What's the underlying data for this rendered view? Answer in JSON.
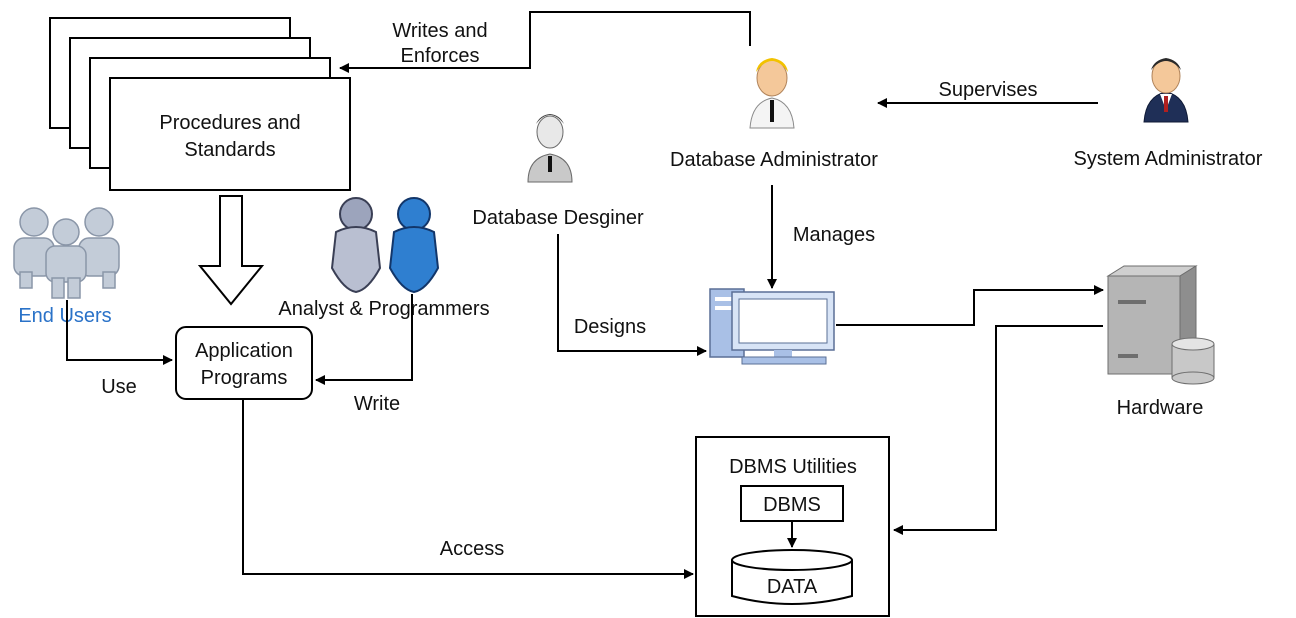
{
  "nodes": {
    "procedures": {
      "line1": "Procedures and",
      "line2": "Standards"
    },
    "app_programs": {
      "line1": "Application",
      "line2": "Programs"
    },
    "end_users": {
      "label": "End Users"
    },
    "analysts": {
      "label": "Analyst & Programmers"
    },
    "db_designer": {
      "label": "Database Desginer"
    },
    "db_admin": {
      "label": "Database Administrator"
    },
    "sys_admin": {
      "label": "System Administrator"
    },
    "hardware": {
      "label": "Hardware"
    },
    "dbms_utilities": {
      "label": "DBMS Utilities"
    },
    "dbms": {
      "label": "DBMS"
    },
    "data": {
      "label": "DATA"
    }
  },
  "edges": {
    "writes_enforces": {
      "line1": "Writes and",
      "line2": "Enforces"
    },
    "supervises": {
      "label": "Supervises"
    },
    "manages": {
      "label": "Manages"
    },
    "designs": {
      "label": "Designs"
    },
    "use": {
      "label": "Use"
    },
    "write": {
      "label": "Write"
    },
    "access": {
      "label": "Access"
    }
  },
  "colors": {
    "end_users_text": "#2a72c8",
    "person_skin": "#f4c89a",
    "admin_hair": "#f2c200",
    "suit_dark": "#1f2f57",
    "computer_blue": "#a9c0e6",
    "server_gray": "#9a9a9a"
  },
  "icons": [
    "people-group-icon",
    "programmers-icon",
    "person-icon",
    "computer-icon",
    "server-icon",
    "database-icon"
  ]
}
